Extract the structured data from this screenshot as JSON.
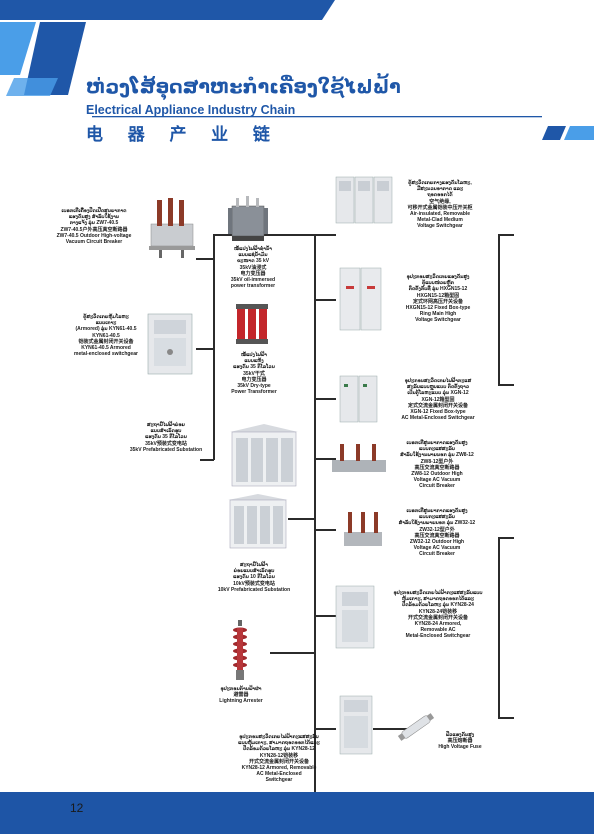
{
  "header": {
    "title_lao": "ຫ່ວງໂສ້ອຸດສາຫະກຳເຄື່ອງໃຊ້ໄຟຟ້າ",
    "title_en": "Electrical Appliance Industry Chain",
    "title_zh": "电 器 产 业 链"
  },
  "colors": {
    "brand_blue": "#1f57a8",
    "light_blue": "#4a9ee8",
    "footer_blue": "#1e55a6",
    "line": "#2b2b2b"
  },
  "items": {
    "zw7": {
      "lao": [
        "ເບຣກເກີເຄື່ອງປິດເປີດສູນຍາກາດ",
        "ແຮງດັນສູງ ສຳລັບໃຊ້ງານ",
        "ກາງແຈ້ງ ລຸ່ນ ZW7-40.5"
      ],
      "zh": "ZW7-40.5户外高压真空断路器",
      "en": [
        "ZW7-40.5 Outdoor High-voltage",
        "Vacuum Circuit Breaker"
      ]
    },
    "oil_transformer": {
      "lao": [
        "ໝໍ້ແປງໄຟຟ້າທຳນ້ຳ",
        "ແບບແຊ່ນ້ຳມັນ",
        "ຂະໜາດ 35 kV"
      ],
      "zh": [
        "35kV油浸式",
        "电力变压器"
      ],
      "en": [
        "35kV oil-immersed",
        "power transformer"
      ]
    },
    "kyn61": {
      "lao": [
        "ຕູ້ສະວິດເກຍຫຸ້ມໂລຫະ",
        "ແບບເກາະ",
        "(Armored) ລຸ່ນ KYN61-40.5"
      ],
      "zh": [
        "KYN61-40.5",
        "铠装式金属封闭开关设备"
      ],
      "en": [
        "KYN61-40.5 Armored",
        "metal-enclosed switchgear"
      ]
    },
    "dry_transformer": {
      "lao": [
        "ໝໍ້ແປງໄຟຟ້າ",
        "ແບບແຫ້ງ",
        "ແຮງດັນ 35 ກິໂລໂວນ"
      ],
      "zh": [
        "35kV干式",
        "电力变压器"
      ],
      "en": [
        "35kV Dry-type",
        "Power Transformer"
      ]
    },
    "sub35": {
      "lao": [
        "ສະຖານີໄຟຟ້າຍ່ອຍ",
        "ແບບສຳເລັດຮູບ",
        "ແຮງດັນ 35 ກິໂລໂວນ"
      ],
      "zh": "35kV预装式变电站",
      "en": "35kV Prefabricated Substation"
    },
    "sub10": {
      "lao": [
        "ສະຖານີໄຟຟ້າ",
        "ຍ່ອຍແບບສຳເລັດຮູບ",
        "ແຮງດັນ 10 ກິໂລໂວນ"
      ],
      "zh": "10kV预装式变电站",
      "en": "10kV Prefabricated Substation"
    },
    "arrester": {
      "lao": "ອຸປະກອນຕ້ານຟ້າຜ່າ",
      "zh": "避雷器",
      "en": "Lightning Arrester"
    },
    "air_insulated": {
      "lao": [
        "ຕູ້ສະວິດເກຍກາງແຮງດັນໂລຫະ,",
        "ມີສະນວນອາກາດ ແລະ",
        "ຖອດອອກໄດ້"
      ],
      "zh": [
        "空气绝缘,",
        "可移开式金属铠装中压开关柜"
      ],
      "en": [
        "Air-insulated, Removable",
        "Metal-Clad Medium",
        "Voltage Switchgear"
      ]
    },
    "hxgn15": {
      "lao": [
        "ອຸປະກອນສະວິດເກຍແຮງດັນສູງ",
        "ຕູ້ແບບໜ່ວຍຫຼັກ",
        "ຕິດຕັ້ງກັບທີ່ ລຸ່ນ HXGN15-12"
      ],
      "zh": [
        "HXGN15-12箱型固",
        "定式环网高压开关设备"
      ],
      "en": [
        "HXGN15-12 Fixed Box-type",
        "Ring Main High",
        "Voltage Switchgear"
      ]
    },
    "xgn": {
      "lao": [
        "ອຸປະກອນສະວິດເກຍໄຟຟ້າກະແສ",
        "ສະລັບແບບຫຼຸບແບບ ຕິດຕັ້ງຖາວ",
        "ເປັນຕູ້ໂລຫະແບບ ລຸ່ນ XGN-12"
      ],
      "zh": [
        "XGN-12箱型固",
        "定式交流金属封闭开关设备"
      ],
      "en": [
        "XGN-12 Fixed Box-type",
        "AC Metal-Enclosed Switchgear"
      ]
    },
    "zw8": {
      "lao": [
        "ເບຣກເກີສູນຍາກາດແຮງດັນສູງ",
        "ແບບກະແສສະລັບ",
        "ສຳລັບໃຊ້ງານພາຍນອກ ລຸ່ນ ZW8-12"
      ],
      "zh": [
        "ZW8-12型户外",
        "高压交流真空断路器"
      ],
      "en": [
        "ZW8-12 Outdoor High",
        "Voltage AC Vacuum",
        "Circuit Breaker"
      ]
    },
    "zw32": {
      "lao": [
        "ເບຣກເກີສູນຍາກາດແຮງດັນສູງ",
        "ແບບກະແສສະລັບ",
        "ສຳລັບໃຊ້ງານພາຍນອກ ລຸ່ນ ZW32-12"
      ],
      "zh": [
        "ZW32-12型户外",
        "高压交流真空断路器"
      ],
      "en": [
        "ZW32-12 Outdoor High",
        "Voltage AC Vacuum",
        "Circuit Breaker"
      ]
    },
    "kyn28_24": {
      "lao": [
        "ອຸປະກອນສະວິດເກຍໄຟຟ້າກະແສສະລັບແບບ",
        "ຫຸ້ມເກາະ, ສາມາດຖອດອອກໄດ້ແລະ",
        "ປິດລ້ອມດ້ວຍໂລຫະ ລຸ່ນ KYN28-24"
      ],
      "zh": [
        "KYN28-24铠装移",
        "开式交流金属封闭开关设备"
      ],
      "en": [
        "KYN28-24 Armored,",
        "Removable AC",
        "Metal-Enclosed Switchgear"
      ]
    },
    "kyn28_12": {
      "lao": [
        "ອຸປະກອນສະວິດເກຍໄຟຟ້າກະແສສະລັບ",
        "ແບບຫຸ້ມເກາະ, ສາມາດຖອດອອກໄດ້ແລະ",
        "ປິດລ້ອມດ້ວຍໂລຫະ ລຸ່ນ KYN28-12"
      ],
      "zh": [
        "KYN28-12铠装移",
        "开式交流金属封闭开关设备"
      ],
      "en": [
        "KYN28-12 Armored, Removable",
        "AC Metal-Enclosed",
        "Switchgear"
      ]
    },
    "fuse": {
      "lao": "ຟິວແຮງດັນສູງ",
      "zh": "高压熔断器",
      "en": "High Voltage Fuse"
    }
  },
  "footer": {
    "page_number": "12"
  }
}
